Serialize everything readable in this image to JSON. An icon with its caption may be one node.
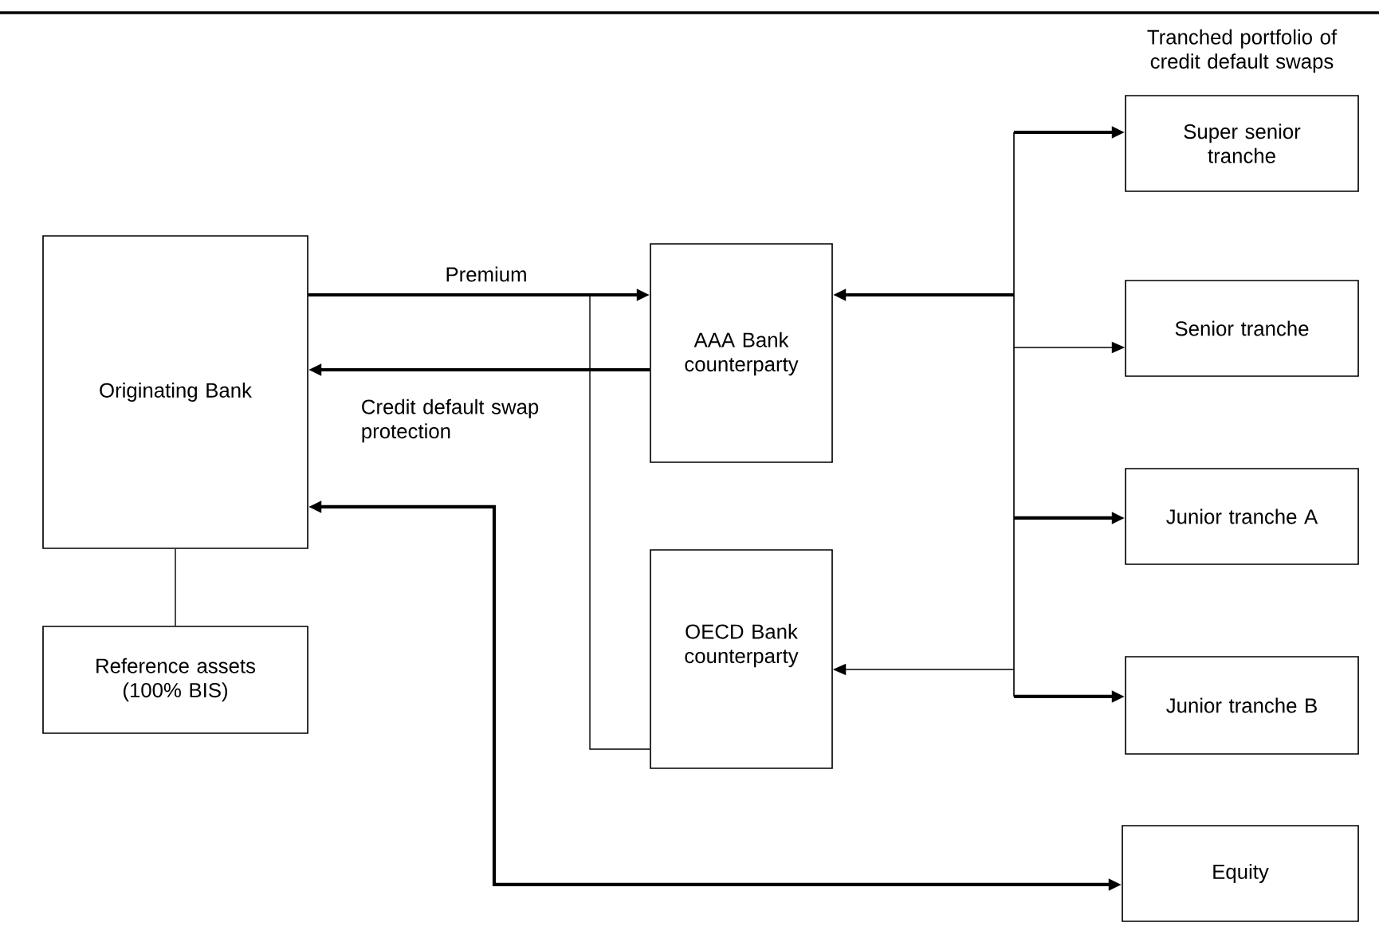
{
  "diagram": {
    "nodes": [
      {
        "text": [
          "Originating Bank"
        ]
      },
      {
        "text": [
          "Reference assets (100% BIS)"
        ]
      },
      {
        "text": [
          "AAA Bank counterparty"
        ]
      },
      {
        "text": [
          "OECD Bank counterparty"
        ]
      },
      {
        "text": [
          "Super senior tranche"
        ]
      },
      {
        "text": [
          "Senior tranche"
        ]
      },
      {
        "text": [
          "Junior tranche A"
        ]
      },
      {
        "text": [
          "Junior tranche B"
        ]
      },
      {
        "text": [
          "Equity"
        ]
      }
    ],
    "edges": [
      {
        "from": 0,
        "to": 1,
        "arrow": "none"
      },
      {
        "from": 0,
        "to": 2,
        "arrow": "to",
        "label": "Premium"
      },
      {
        "from": 2,
        "to": 0,
        "arrow": "to",
        "label": "Credit default swap protection"
      },
      {
        "from": 0,
        "to": 3,
        "arrow": "none"
      },
      {
        "from": null,
        "to": 2,
        "arrow": "to"
      },
      {
        "from": null,
        "to": 3,
        "arrow": "to"
      },
      {
        "from": null,
        "to": 4,
        "arrow": "to"
      },
      {
        "from": null,
        "to": 5,
        "arrow": "to"
      },
      {
        "from": null,
        "to": 6,
        "arrow": "to"
      },
      {
        "from": null,
        "to": 7,
        "arrow": "to"
      },
      {
        "from": 8,
        "to": 0,
        "arrow": "both"
      }
    ],
    "labels": [
      "Tranched portfolio of credit default swaps"
    ]
  }
}
